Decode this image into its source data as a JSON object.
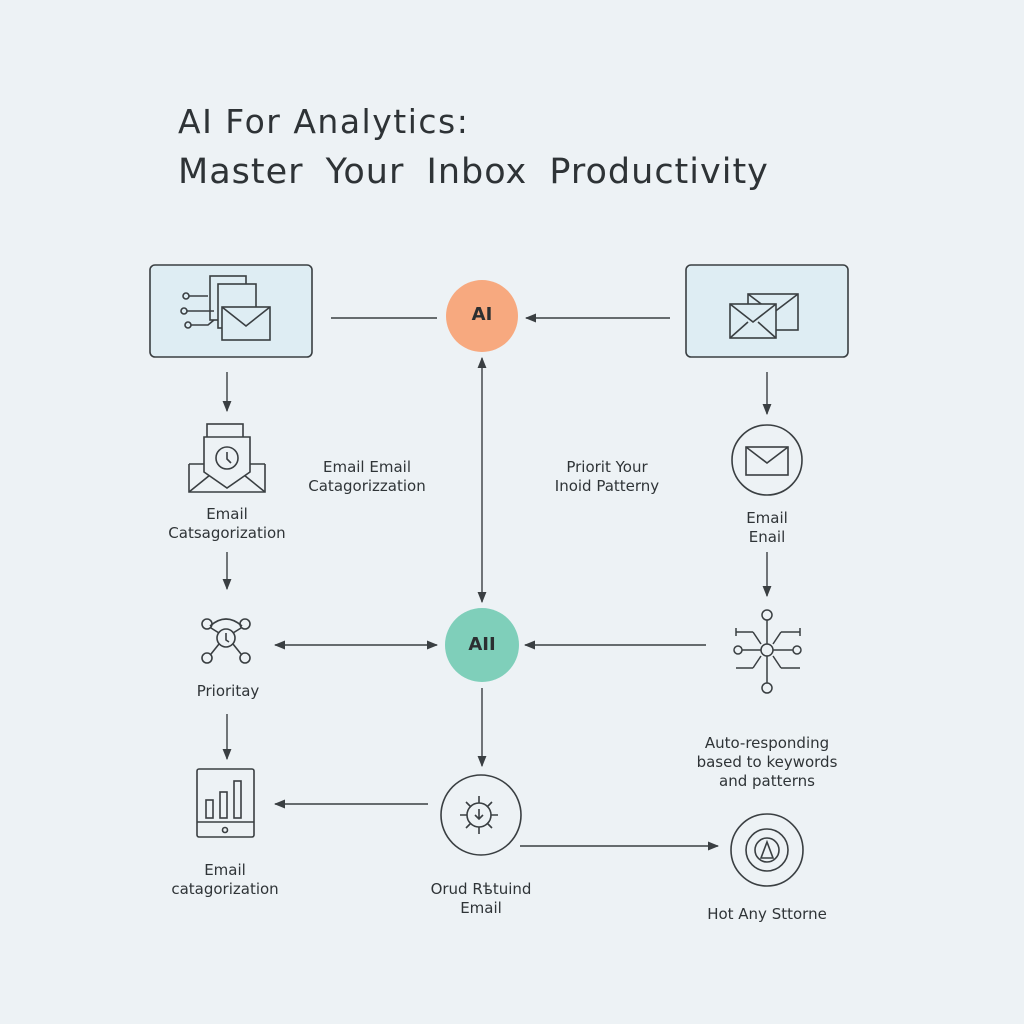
{
  "title": {
    "line1": "AI For Analytics:",
    "line2": "Master Your Inbox Productivity"
  },
  "hubs": {
    "top": "AI",
    "middle": "AII"
  },
  "labels": {
    "email_categorization_top": "Email Email\nCatagorizzation",
    "prioritize_pattern": "Priorit Your\nInoid Patterny",
    "email_categorization_left": "Email\nCatsagorization",
    "email_right": "Email\nEnail",
    "priority": "Prioritay",
    "auto_responding": "Auto-responding\nbased to keywords\nand patterns",
    "email_categorization_bottom": "Email\ncatagorization",
    "ourd_retuind": "Orud Rѣtuind\nEmail",
    "hot_any_store": "Hot Any Sttorne"
  },
  "colors": {
    "background": "#edf2f5",
    "box_fill": "#deedf3",
    "stroke": "#3a3f42",
    "hub_top": "#f7a97f",
    "hub_middle": "#7fcfba"
  },
  "icons": [
    "documents-email-icon",
    "envelopes-icon",
    "inbox-badge-icon",
    "envelope-circle-icon",
    "network-hub-icon",
    "circuit-node-icon",
    "bar-chart-device-icon",
    "gear-circle-icon",
    "target-circle-icon"
  ]
}
